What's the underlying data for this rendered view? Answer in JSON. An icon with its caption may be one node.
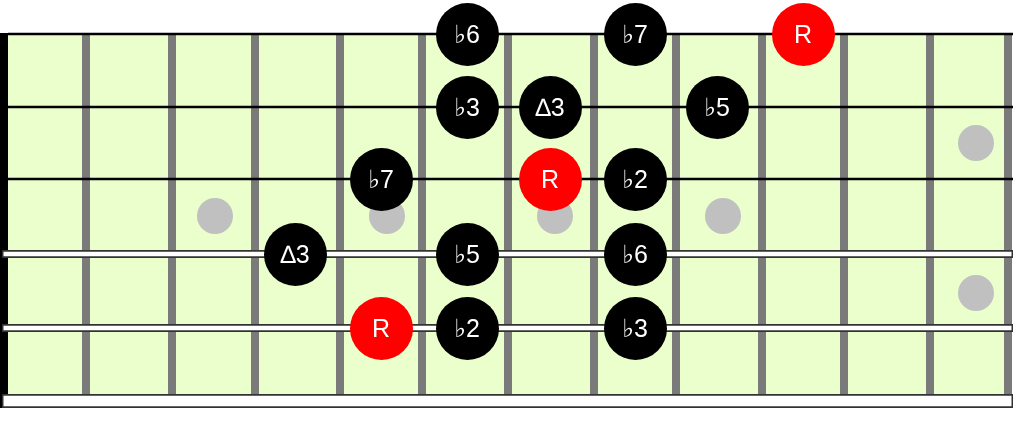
{
  "diagram": {
    "nodes": [
      {
        "text": [
          "♭6"
        ]
      },
      {
        "text": [
          "♭7"
        ]
      },
      {
        "text": [
          "R"
        ]
      },
      {
        "text": [
          "♭3"
        ]
      },
      {
        "text": [
          "∆3"
        ]
      },
      {
        "text": [
          "♭5"
        ]
      },
      {
        "text": [
          "♭7"
        ]
      },
      {
        "text": [
          "R"
        ]
      },
      {
        "text": [
          "♭2"
        ]
      },
      {
        "text": [
          "∆3"
        ]
      },
      {
        "text": [
          "♭5"
        ]
      },
      {
        "text": [
          "♭6"
        ]
      },
      {
        "text": [
          "R"
        ]
      },
      {
        "text": [
          "♭2"
        ]
      },
      {
        "text": [
          "♭3"
        ]
      }
    ]
  }
}
